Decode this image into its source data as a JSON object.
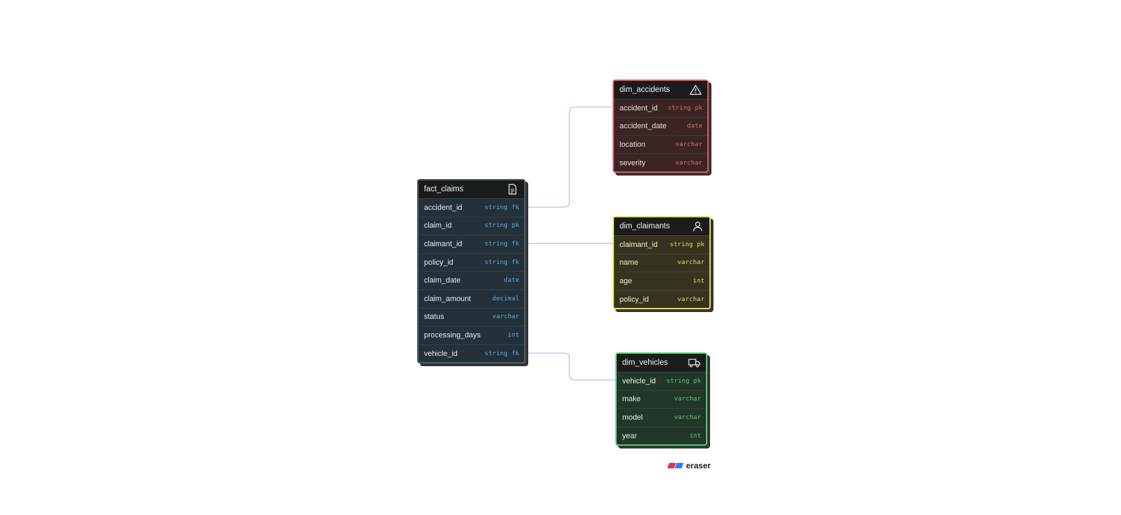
{
  "tables": {
    "fact_claims": {
      "name": "fact_claims",
      "icon": "document-icon",
      "color": "#4b6070",
      "fields": [
        {
          "name": "accident_id",
          "type": "string fk"
        },
        {
          "name": "claim_id",
          "type": "string pk"
        },
        {
          "name": "claimant_id",
          "type": "string fk"
        },
        {
          "name": "policy_id",
          "type": "string fk"
        },
        {
          "name": "claim_date",
          "type": "date"
        },
        {
          "name": "claim_amount",
          "type": "decimal"
        },
        {
          "name": "status",
          "type": "varchar"
        },
        {
          "name": "processing_days",
          "type": "int"
        },
        {
          "name": "vehicle_id",
          "type": "string fk"
        }
      ]
    },
    "dim_accidents": {
      "name": "dim_accidents",
      "icon": "warning-triangle-icon",
      "color": "#e05a5a",
      "fields": [
        {
          "name": "accident_id",
          "type": "string pk"
        },
        {
          "name": "accident_date",
          "type": "date"
        },
        {
          "name": "location",
          "type": "varchar"
        },
        {
          "name": "severity",
          "type": "varchar"
        }
      ]
    },
    "dim_claimants": {
      "name": "dim_claimants",
      "icon": "user-icon",
      "color": "#e6e04a",
      "fields": [
        {
          "name": "claimant_id",
          "type": "string pk"
        },
        {
          "name": "name",
          "type": "varchar"
        },
        {
          "name": "age",
          "type": "int"
        },
        {
          "name": "policy_id",
          "type": "varchar"
        }
      ]
    },
    "dim_vehicles": {
      "name": "dim_vehicles",
      "icon": "truck-icon",
      "color": "#4ecb7a",
      "fields": [
        {
          "name": "vehicle_id",
          "type": "string pk"
        },
        {
          "name": "make",
          "type": "varchar"
        },
        {
          "name": "model",
          "type": "varchar"
        },
        {
          "name": "year",
          "type": "int"
        }
      ]
    }
  },
  "relationships": [
    {
      "from": "fact_claims.accident_id",
      "to": "dim_accidents.accident_id"
    },
    {
      "from": "fact_claims.claimant_id",
      "to": "dim_claimants.claimant_id"
    },
    {
      "from": "fact_claims.vehicle_id",
      "to": "dim_vehicles.vehicle_id"
    }
  ],
  "brand": {
    "word": "eraser",
    "logo": "eraser-logo"
  }
}
